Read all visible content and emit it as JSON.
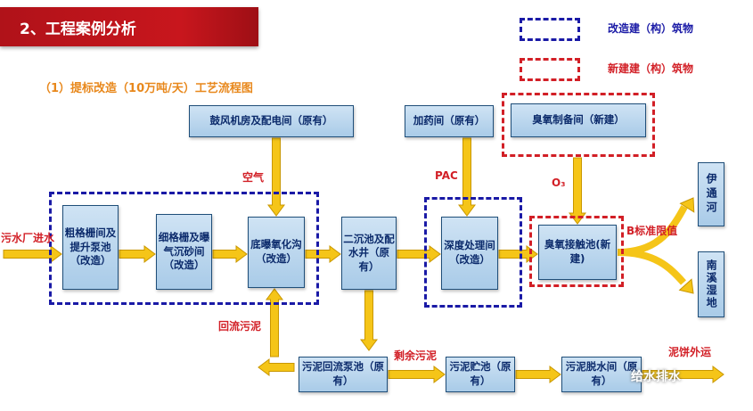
{
  "header": {
    "title": "2、工程案例分析"
  },
  "subtitle": "（1）提标改造（10万吨/天）工艺流程图",
  "legend": {
    "modify": {
      "label": "改造建（构）筑物",
      "color": "#1a1aa6"
    },
    "new": {
      "label": "新建建（构）筑物",
      "color": "#d21f26"
    }
  },
  "nodes": {
    "blower": "鼓风机房及配电间（原有）",
    "dosing": "加药间（原有）",
    "ozone_prep": "臭氧制备间（新建）",
    "coarse_screen": "粗格栅间及提升泵池（改造）",
    "fine_screen": "细格栅及曝气沉砂间（改造）",
    "ditch": "底曝氧化沟（改造）",
    "secondary": "二沉池及配水井（原有）",
    "advanced": "深度处理间（改造）",
    "ozone_contact": "臭氧接触池(新建)",
    "yitong": "伊通河",
    "nanxi": "南溪湿地",
    "sludge_return": "污泥回流泵池（原有）",
    "sludge_storage": "污泥贮池（原有）",
    "dewatering": "污泥脱水间（原有）"
  },
  "labels": {
    "air": "空气",
    "pac": "PAC",
    "o3": "O₃",
    "influent": "污水厂进水",
    "b_standard": "B标准限值",
    "return_sludge": "回流污泥",
    "excess_sludge": "剩余污泥",
    "cake": "泥饼外运"
  },
  "colors": {
    "arrow_fill": "#f5c518",
    "arrow_stroke": "#c99700",
    "box_border": "#1f4e79",
    "label_red": "#d21f26",
    "title_orange": "#e8881c"
  },
  "watermark": "给水排水"
}
